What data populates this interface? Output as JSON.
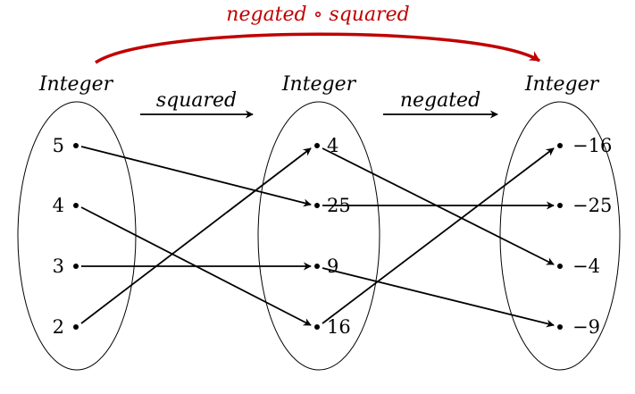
{
  "composition": {
    "label": "negated ∘ squared",
    "color": "#c00000"
  },
  "sets": [
    {
      "label": "Integer",
      "elements": [
        "5",
        "4",
        "3",
        "2"
      ]
    },
    {
      "label": "Integer",
      "elements": [
        "4",
        "25",
        "9",
        "16"
      ]
    },
    {
      "label": "Integer",
      "elements": [
        "−16",
        "−25",
        "−4",
        "−9"
      ]
    }
  ],
  "functions": [
    {
      "label": "squared",
      "from_set": 0,
      "to_set": 1,
      "mappings": [
        {
          "from": "5",
          "to": "25"
        },
        {
          "from": "4",
          "to": "16"
        },
        {
          "from": "3",
          "to": "9"
        },
        {
          "from": "2",
          "to": "4"
        }
      ]
    },
    {
      "label": "negated",
      "from_set": 1,
      "to_set": 2,
      "mappings": [
        {
          "from": "4",
          "to": "−4"
        },
        {
          "from": "25",
          "to": "−25"
        },
        {
          "from": "9",
          "to": "−9"
        },
        {
          "from": "16",
          "to": "−16"
        }
      ]
    }
  ]
}
